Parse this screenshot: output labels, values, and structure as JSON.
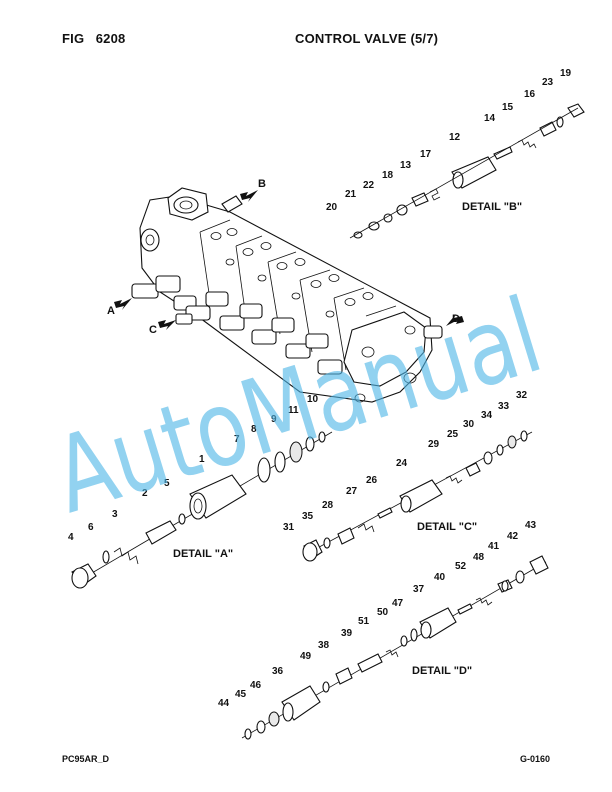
{
  "header": {
    "fig_label": "FIG",
    "fig_number": "6208",
    "title": "CONTROL VALVE (5/7)"
  },
  "footer": {
    "model": "PC95AR_D",
    "code": "G-0160"
  },
  "watermark": "AutoManual",
  "details": {
    "a": "DETAIL \"A\"",
    "b": "DETAIL \"B\"",
    "c": "DETAIL \"C\"",
    "d": "DETAIL \"D\""
  },
  "ports": {
    "a": "A",
    "b": "B",
    "c": "C",
    "d": "D"
  },
  "part_numbers": {
    "p1": "1",
    "p2": "2",
    "p3": "3",
    "p4": "4",
    "p5": "5",
    "p6": "6",
    "p7": "7",
    "p8": "8",
    "p9": "9",
    "p10": "10",
    "p11": "11",
    "p12": "12",
    "p13": "13",
    "p14": "14",
    "p15": "15",
    "p16": "16",
    "p17": "17",
    "p18": "18",
    "p19": "19",
    "p20": "20",
    "p21": "21",
    "p22": "22",
    "p23": "23",
    "p24": "24",
    "p25": "25",
    "p26": "26",
    "p27": "27",
    "p28": "28",
    "p29": "29",
    "p30": "30",
    "p31": "31",
    "p32": "32",
    "p33": "33",
    "p34": "34",
    "p35": "35",
    "p36": "36",
    "p37": "37",
    "p38": "38",
    "p39": "39",
    "p40": "40",
    "p41": "41",
    "p42": "42",
    "p43": "43",
    "p44": "44",
    "p45": "45",
    "p46": "46",
    "p47": "47",
    "p48": "48",
    "p49": "49",
    "p50": "50",
    "p51": "51",
    "p52": "52"
  },
  "colors": {
    "watermark": "#4fb6e6",
    "line": "#111111"
  }
}
